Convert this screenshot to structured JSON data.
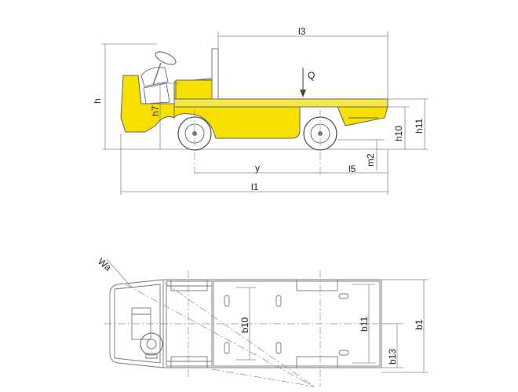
{
  "colors": {
    "body_yellow": "#f5e000",
    "platform_yellow": "#f7e84a",
    "line_gray": "#8a8a8a",
    "outline_gray": "#777777"
  },
  "side_view": {
    "labels": {
      "l3": "l3",
      "Q": "Q",
      "h": "h",
      "h7": "h7",
      "h10": "h10",
      "h11": "h11",
      "m2": "m2",
      "y": "y",
      "l5": "l5",
      "l1": "l1"
    }
  },
  "top_view": {
    "labels": {
      "Wa": "Wa",
      "b10": "b10",
      "b11": "b11",
      "b13": "b13",
      "b1": "b1"
    }
  }
}
